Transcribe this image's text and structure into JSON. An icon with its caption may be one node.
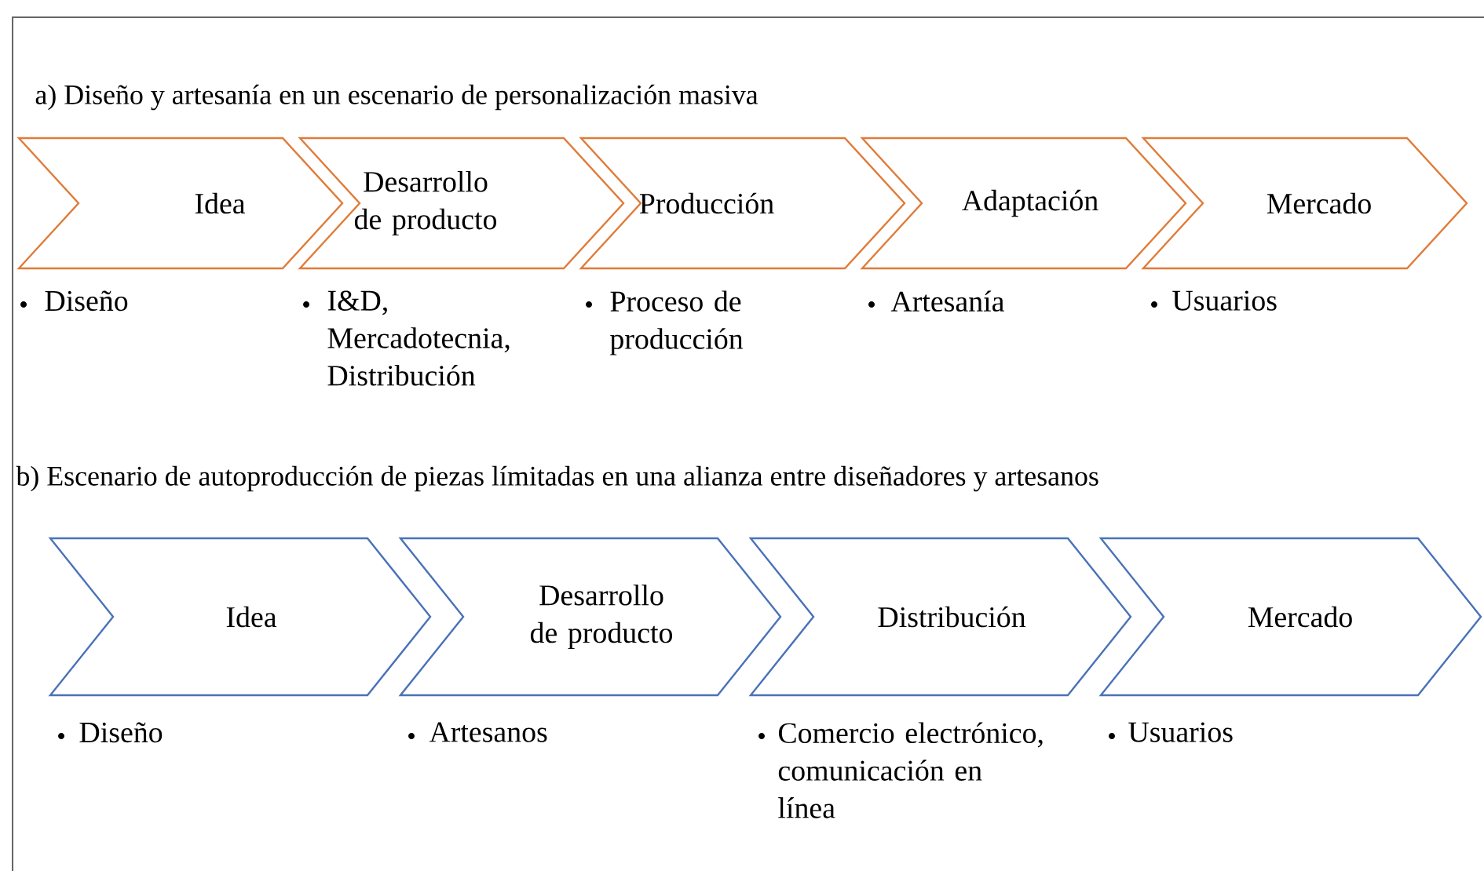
{
  "diagram": {
    "nodes": [
      {
        "text": [
          "Idea"
        ],
        "beside": [
          "Diseño"
        ]
      },
      {
        "text": [
          "Desarrollo de producto"
        ],
        "beside": [
          "I&D, Mercadotecnia, Distribución"
        ]
      },
      {
        "text": [
          "Producción"
        ],
        "beside": [
          "Proceso de producción"
        ]
      },
      {
        "text": [
          "Adaptación"
        ],
        "beside": [
          "Artesanía"
        ]
      },
      {
        "text": [
          "Mercado"
        ],
        "beside": [
          "Usuarios"
        ]
      },
      {
        "text": [
          "Idea"
        ],
        "beside": [
          "Diseño"
        ]
      },
      {
        "text": [
          "Desarrollo de producto"
        ],
        "beside": [
          "Artesanos"
        ]
      },
      {
        "text": [
          "Distribución"
        ],
        "beside": [
          "Comercio electrónico, comunicación en línea"
        ]
      },
      {
        "text": [
          "Mercado"
        ],
        "beside": [
          "Usuarios"
        ]
      }
    ],
    "labels": [
      "a) Diseño y artesanía en un escenario de personalización masiva",
      "b) Escenario de autoproducción de piezas límitadas en una alianza entre diseñadores y artesanos"
    ]
  }
}
